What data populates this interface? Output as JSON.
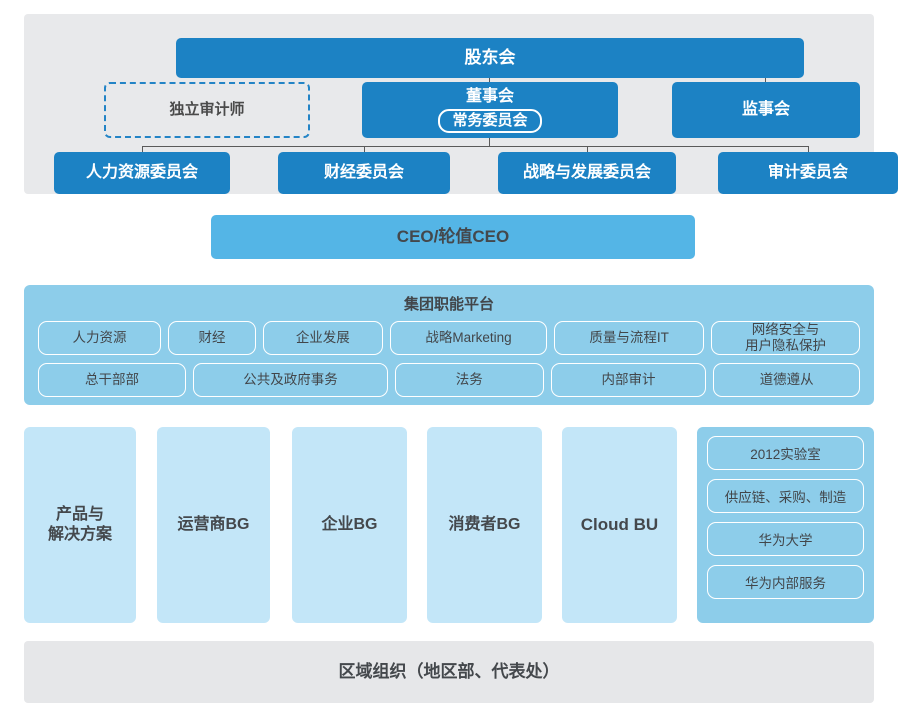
{
  "governance": {
    "shareholders": "股东会",
    "independent_auditor": "独立审计师",
    "board": {
      "title": "董事会",
      "sub": "常务委员会"
    },
    "supervisors": "监事会",
    "committees": [
      "人力资源委员会",
      "财经委员会",
      "战略与发展委员会",
      "审计委员会"
    ]
  },
  "ceo": {
    "label": "CEO/轮值CEO"
  },
  "platform": {
    "title": "集团职能平台",
    "row1": [
      "人力资源",
      "财经",
      "企业发展",
      "战略Marketing",
      "质量与流程IT",
      "网络安全与\n用户隐私保护"
    ],
    "row2": [
      "总干部部",
      "公共及政府事务",
      "法务",
      "内部审计",
      "道德遵从"
    ]
  },
  "business_groups": [
    {
      "label": "产品与\n解决方案"
    },
    {
      "label": "运营商BG"
    },
    {
      "label": "企业BG"
    },
    {
      "label": "消费者BG"
    },
    {
      "label": "Cloud BU"
    }
  ],
  "support_units": [
    "2012实验室",
    "供应链、采购、制造",
    "华为大学",
    "华为内部服务"
  ],
  "region": {
    "label": "区域组织（地区部、代表处）"
  },
  "colors": {
    "dark_blue": "#1c82c4",
    "mid_blue": "#8dcdea",
    "ceo_blue": "#54b5e6",
    "light_blue": "#c3e6f8",
    "panel_gray": "#e8e9eb",
    "region_gray": "#e6e7e9",
    "text_dark": "#44484c",
    "dash_border": "#2384c6"
  }
}
